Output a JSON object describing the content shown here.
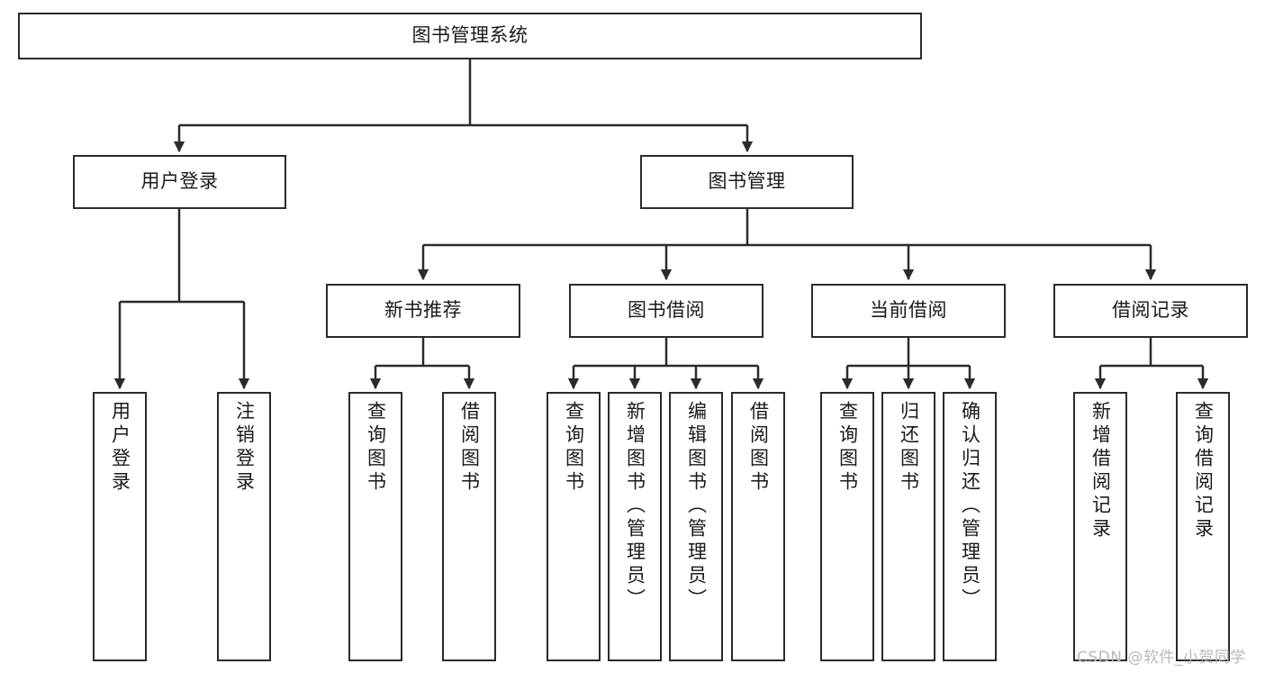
{
  "diagram": {
    "title": "图书管理系统",
    "type": "hierarchy-tree",
    "orientation": "top-down",
    "stroke_color": "#2b2b2b",
    "background_color": "#ffffff",
    "text_color": "#1a1a1a",
    "root": {
      "label": "图书管理系统"
    },
    "level2": [
      {
        "label": "用户登录"
      },
      {
        "label": "图书管理"
      }
    ],
    "level3": [
      {
        "label": "新书推荐"
      },
      {
        "label": "图书借阅"
      },
      {
        "label": "当前借阅"
      },
      {
        "label": "借阅记录"
      }
    ],
    "leaves": {
      "user_login": [
        {
          "label": "用户登录"
        },
        {
          "label": "注销登录"
        }
      ],
      "new_book_recommend": [
        {
          "label": "查询图书"
        },
        {
          "label": "借阅图书"
        }
      ],
      "book_borrow": [
        {
          "label": "查询图书"
        },
        {
          "label": "新增图书（管理员）"
        },
        {
          "label": "编辑图书（管理员）"
        },
        {
          "label": "借阅图书"
        }
      ],
      "current_borrow": [
        {
          "label": "查询图书"
        },
        {
          "label": "归还图书"
        },
        {
          "label": "确认归还（管理员）"
        }
      ],
      "borrow_records": [
        {
          "label": "新增借阅记录"
        },
        {
          "label": "查询借阅记录"
        }
      ]
    }
  },
  "watermark": {
    "text": "CSDN @软件_小贺同学",
    "color": "#b9b9b9"
  }
}
